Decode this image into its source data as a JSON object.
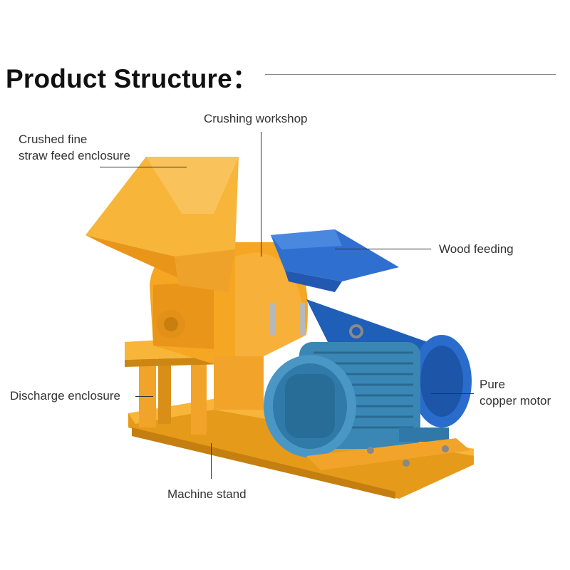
{
  "header": {
    "title": "Product Structure："
  },
  "labels": {
    "crushing_workshop": "Crushing workshop",
    "straw_feed_line1": "Crushed fine",
    "straw_feed_line2": "straw feed enclosure",
    "wood_feeding": "Wood feeding",
    "discharge_enclosure": "Discharge enclosure",
    "motor_line1": "Pure",
    "motor_line2": "copper motor",
    "machine_stand": "Machine stand"
  },
  "colors": {
    "machine_body": "#f5a623",
    "feeding_tray": "#2f6fd0",
    "motor": "#3a86b4",
    "leader_line": "#333333"
  }
}
